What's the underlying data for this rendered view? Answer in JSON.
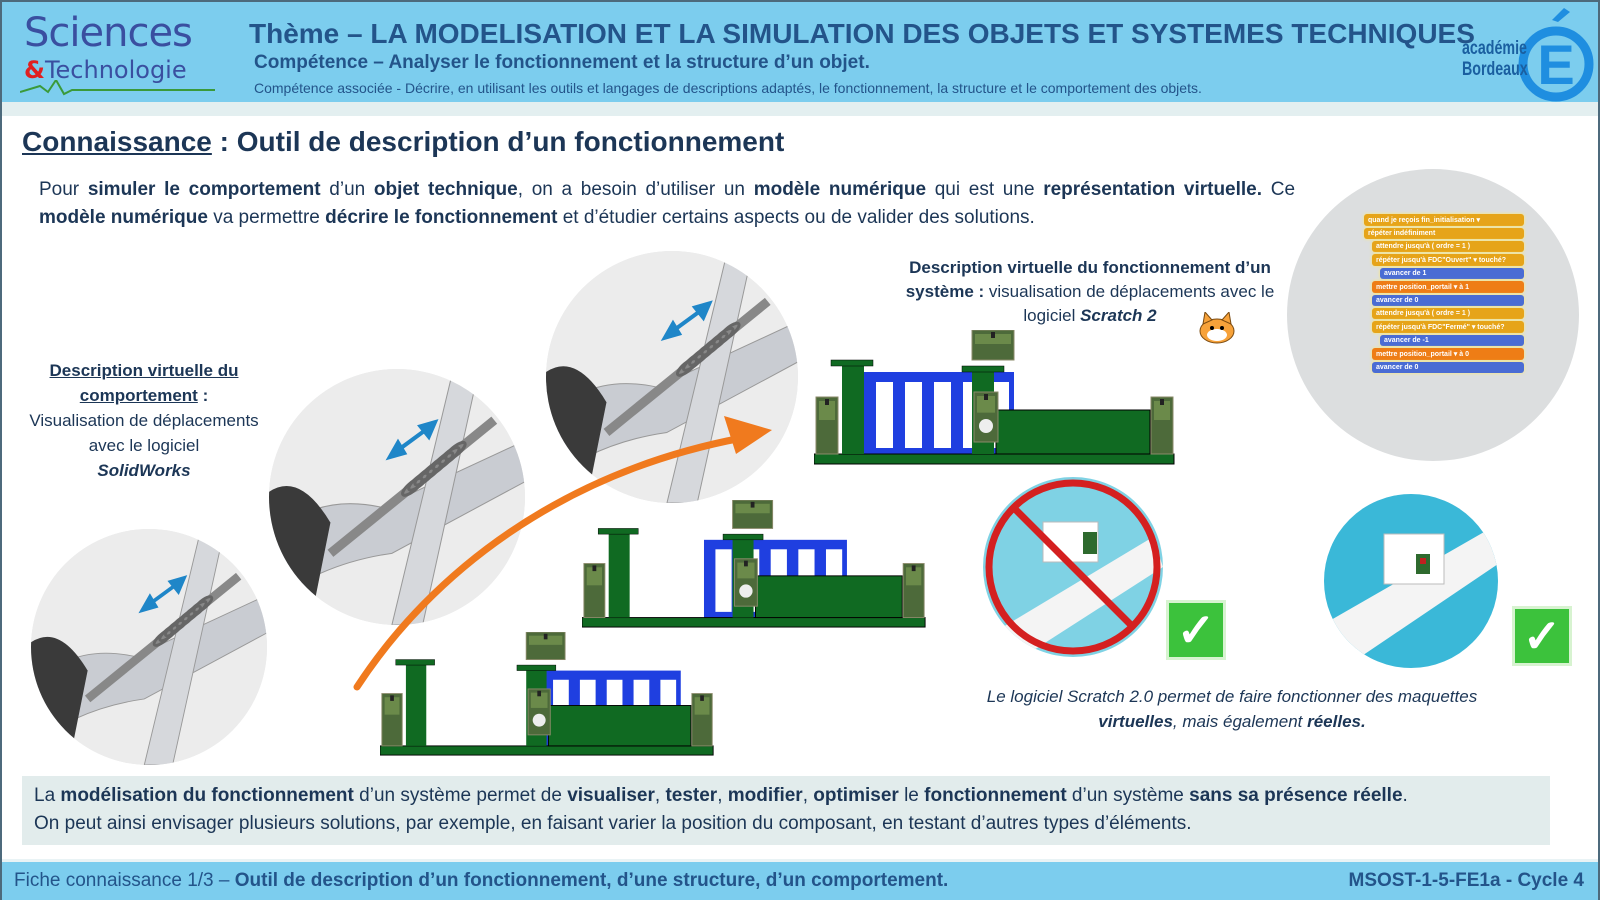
{
  "header": {
    "logo_line1": "Sciences",
    "logo_amp": "&",
    "logo_line2": "Technologie",
    "title": "Thème – LA MODELISATION ET LA SIMULATION DES OBJETS ET SYSTEMES TECHNIQUES",
    "competence": "Compétence – Analyser le fonctionnement et la structure d’un objet.",
    "competence_associee": "Compétence associée - Décrire, en utilisant les outils et langages de descriptions adaptés, le fonctionnement, la structure et le comportement des objets.",
    "academie_line1": "académie",
    "academie_line2": "Bordeaux"
  },
  "title": {
    "keyword": "Connaissance",
    "rest": " : Outil de description d’un fonctionnement"
  },
  "intro": [
    {
      "t": "Pour ",
      "b": false
    },
    {
      "t": "simuler le comportement",
      "b": true
    },
    {
      "t": " d’un ",
      "b": false
    },
    {
      "t": "objet technique",
      "b": true
    },
    {
      "t": ", on a besoin d’utiliser un ",
      "b": false
    },
    {
      "t": "modèle numérique",
      "b": true
    },
    {
      "t": " qui est une ",
      "b": false
    },
    {
      "t": "représentation virtuelle.",
      "b": true
    },
    {
      "t": " Ce ",
      "b": false
    },
    {
      "t": "modèle numérique",
      "b": true
    },
    {
      "t": " va permettre ",
      "b": false
    },
    {
      "t": "décrire le fonctionnement",
      "b": true
    },
    {
      "t": " et d’étudier certains aspects ou de valider des solutions.",
      "b": false
    }
  ],
  "left_desc": {
    "heading": "Description virtuelle du comportement",
    "colon": " :",
    "body": "Visualisation de déplacements avec le logiciel",
    "software": "SolidWorks"
  },
  "scratch_desc": {
    "heading": "Description virtuelle du fonctionnement d’un système :",
    "body": " visualisation de déplacements avec le logiciel ",
    "software": "Scratch 2"
  },
  "scratch_blocks": [
    {
      "text": "quand je reçois fin_initialisation ▾",
      "kind": "c",
      "indent": 0
    },
    {
      "text": "répéter indéfiniment",
      "kind": "c",
      "indent": 0
    },
    {
      "text": "attendre jusqu'à ( ordre = 1 )",
      "kind": "c",
      "indent": 1
    },
    {
      "text": "répéter jusqu'à FDC\"Ouvert\" ▾ touché?",
      "kind": "c",
      "indent": 1
    },
    {
      "text": "avancer de 1",
      "kind": "m",
      "indent": 2
    },
    {
      "text": "mettre position_portail ▾ à 1",
      "kind": "v",
      "indent": 1
    },
    {
      "text": "avancer de 0",
      "kind": "m",
      "indent": 1
    },
    {
      "text": "attendre jusqu'à ( ordre = 1 )",
      "kind": "c",
      "indent": 1
    },
    {
      "text": "répéter jusqu'à FDC\"Fermé\" ▾ touché?",
      "kind": "c",
      "indent": 1
    },
    {
      "text": "avancer de -1",
      "kind": "m",
      "indent": 2
    },
    {
      "text": "mettre position_portail ▾ à 0",
      "kind": "v",
      "indent": 1
    },
    {
      "text": "avancer de 0",
      "kind": "m",
      "indent": 1
    }
  ],
  "caption_scratch": {
    "line1": "Le logiciel Scratch 2.0 permet de faire fonctionner des maquettes",
    "virtuelles": "virtuelles",
    "mid": ", mais également ",
    "reelles": "réelles."
  },
  "bottom_box": [
    {
      "t": "La ",
      "b": false
    },
    {
      "t": "modélisation du fonctionnement",
      "b": true
    },
    {
      "t": " d’un système permet de ",
      "b": false
    },
    {
      "t": "visualiser",
      "b": true
    },
    {
      "t": ", ",
      "b": false
    },
    {
      "t": "tester",
      "b": true
    },
    {
      "t": ", ",
      "b": false
    },
    {
      "t": "modifier",
      "b": true
    },
    {
      "t": ", ",
      "b": false
    },
    {
      "t": "optimiser",
      "b": true
    },
    {
      "t": " le ",
      "b": false
    },
    {
      "t": "fonctionnement",
      "b": true
    },
    {
      "t": " d’un système ",
      "b": false
    },
    {
      "t": "sans sa présence réelle",
      "b": true
    },
    {
      "t": ".",
      "b": false
    },
    {
      "br": true
    },
    {
      "t": "On peut ainsi envisager plusieurs solutions, par exemple, en faisant varier la position du composant, en testant d’autres types d’éléments.",
      "b": false
    }
  ],
  "footer": {
    "prefix": "Fiche connaissance 1/3 – ",
    "bold": "Outil de description d’un fonctionnement, d’une structure, d’un comportement.",
    "code": "MSOST-1-5-FE1a - Cycle 4"
  },
  "colors": {
    "header_bg": "#7ccdee",
    "title_blue": "#23548a",
    "gate_green": "#106a22",
    "gate_blue": "#1f3fe0",
    "arrow_orange": "#f07a1e",
    "check_green": "#3cc23c",
    "forbidden_red": "#d42020"
  }
}
